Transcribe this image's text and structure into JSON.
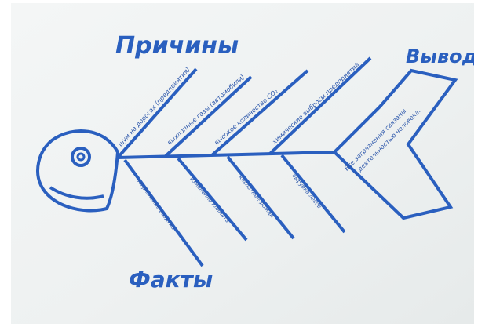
{
  "photo": {
    "title_causes": "Причины",
    "title_conclusion": "Вывод",
    "title_facts": "Факты",
    "upper_bones": [
      "шум на дорогах (предприятия)",
      "выхлопные газы (автомобили)",
      "высокое количество CO₂",
      "химические выбросы предприятий"
    ],
    "lower_bones": [
      "загрязнение воздуха",
      "изменение климата",
      "кислотные дожди",
      "вырубка лесов"
    ],
    "conclusion_text": [
      "Все загрязнения связаны",
      "с деятельностью человека."
    ]
  }
}
